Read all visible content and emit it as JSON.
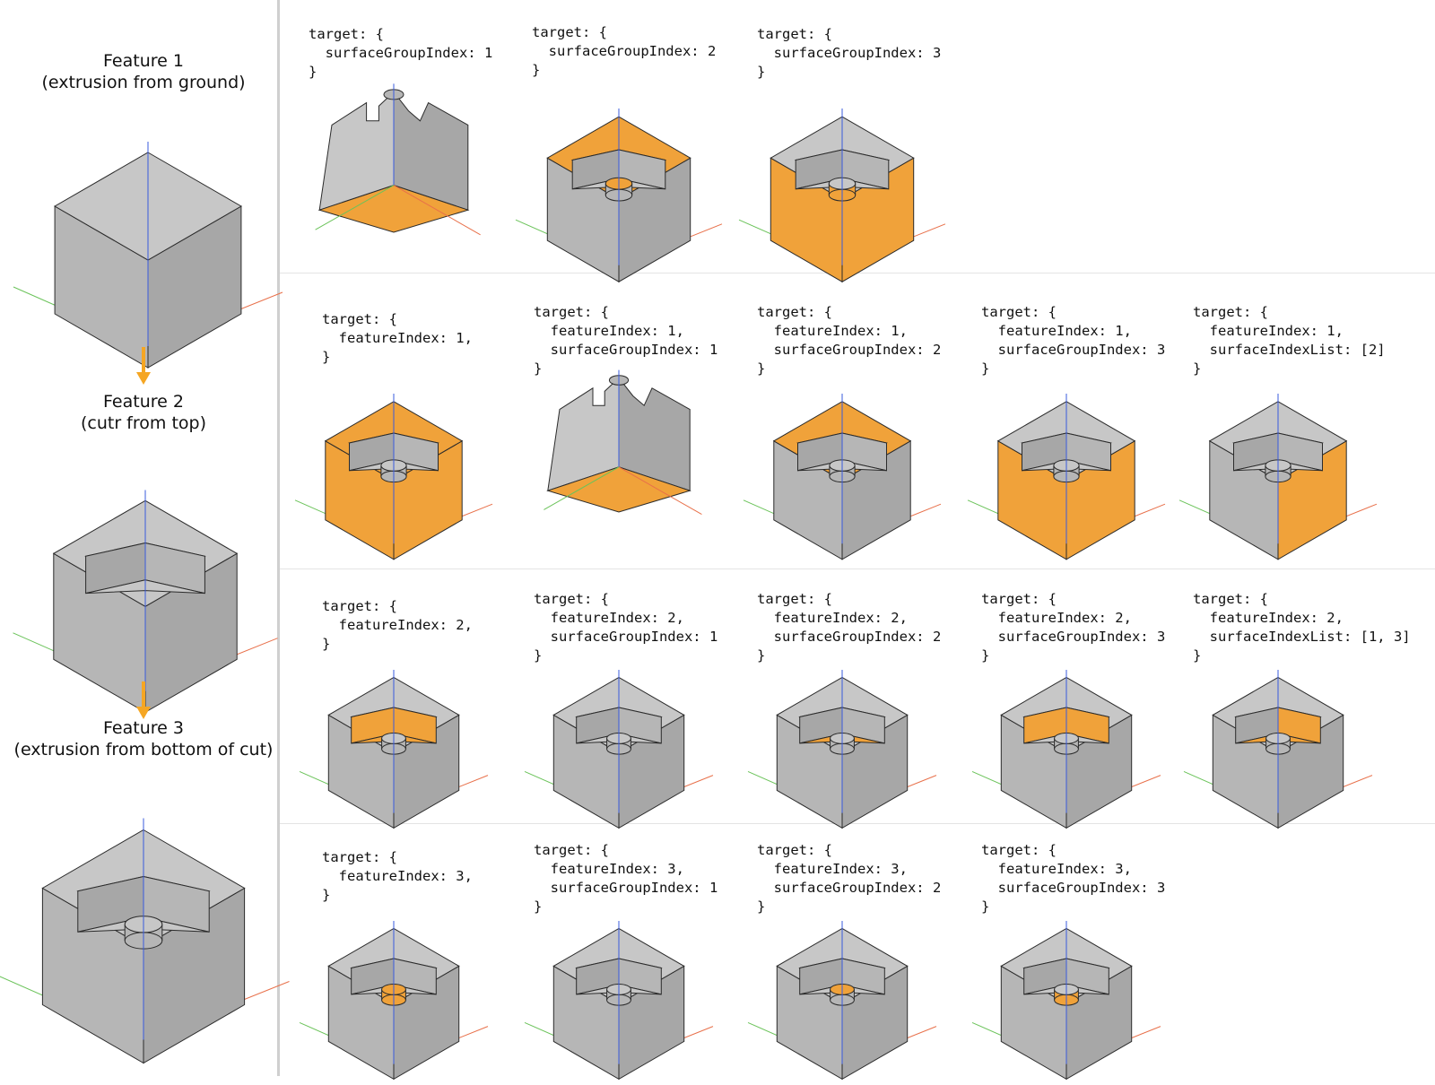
{
  "colors": {
    "highlight": "#f0a23a",
    "face_top": "#c7c7c7",
    "face_left": "#b6b6b6",
    "face_right": "#a7a7a7",
    "inner": "#bdbdbd",
    "edge": "#2b2b2b",
    "axis_z": "#3a5bdc",
    "axis_x": "#e8704a",
    "axis_y": "#6bc35a",
    "arrow": "#f5a623"
  },
  "features": [
    {
      "title": "Feature 1",
      "subtitle": "(extrusion from ground)",
      "shape": "block"
    },
    {
      "title": "Feature 2",
      "subtitle": "(cutr from top)",
      "shape": "cut"
    },
    {
      "title": "Feature 3",
      "subtitle": "(extrusion from bottom of cut)",
      "shape": "boss"
    }
  ],
  "arrow_icon": "arrow-down-icon",
  "rows": [
    [
      {
        "code": [
          "target: {",
          "  surfaceGroupIndex: 1",
          "}"
        ],
        "shape": "boss",
        "view": "below",
        "hl": [
          "bottom"
        ]
      },
      {
        "code": [
          "target: {",
          "  surfaceGroupIndex: 2",
          "}"
        ],
        "shape": "boss",
        "view": "iso",
        "hl": [
          "top",
          "boss_top"
        ]
      },
      {
        "code": [
          "target: {",
          "  surfaceGroupIndex: 3",
          "}"
        ],
        "shape": "boss",
        "view": "iso",
        "hl": [
          "left",
          "right",
          "boss_side"
        ]
      }
    ],
    [
      {
        "code": [
          "target: {",
          "  featureIndex: 1,",
          "}"
        ],
        "shape": "boss",
        "view": "iso",
        "hl": [
          "top",
          "left",
          "right"
        ]
      },
      {
        "code": [
          "target: {",
          "  featureIndex: 1,",
          "  surfaceGroupIndex: 1",
          "}"
        ],
        "shape": "boss",
        "view": "below",
        "hl": [
          "bottom"
        ]
      },
      {
        "code": [
          "target: {",
          "  featureIndex: 1,",
          "  surfaceGroupIndex: 2",
          "}"
        ],
        "shape": "boss",
        "view": "iso",
        "hl": [
          "top"
        ]
      },
      {
        "code": [
          "target: {",
          "  featureIndex: 1,",
          "  surfaceGroupIndex: 3",
          "}"
        ],
        "shape": "boss",
        "view": "iso",
        "hl": [
          "left",
          "right"
        ]
      },
      {
        "code": [
          "target: {",
          "  featureIndex: 1,",
          "  surfaceIndexList: [2]",
          "}"
        ],
        "shape": "boss",
        "view": "iso",
        "hl": [
          "right"
        ]
      }
    ],
    [
      {
        "code": [
          "target: {",
          "  featureIndex: 2,",
          "}"
        ],
        "shape": "boss",
        "view": "iso",
        "hl": [
          "pocket_floor",
          "pocket_wall_l",
          "pocket_wall_r"
        ]
      },
      {
        "code": [
          "target: {",
          "  featureIndex: 2,",
          "  surfaceGroupIndex: 1",
          "}"
        ],
        "shape": "boss",
        "view": "iso",
        "hl": []
      },
      {
        "code": [
          "target: {",
          "  featureIndex: 2,",
          "  surfaceGroupIndex: 2",
          "}"
        ],
        "shape": "boss",
        "view": "iso",
        "hl": [
          "pocket_floor"
        ]
      },
      {
        "code": [
          "target: {",
          "  featureIndex: 2,",
          "  surfaceGroupIndex: 3",
          "}"
        ],
        "shape": "boss",
        "view": "iso",
        "hl": [
          "pocket_wall_l",
          "pocket_wall_r"
        ]
      },
      {
        "code": [
          "target: {",
          "  featureIndex: 2,",
          "  surfaceIndexList: [1, 3]",
          "}"
        ],
        "shape": "boss",
        "view": "iso",
        "hl": [
          "pocket_floor",
          "pocket_wall_r"
        ]
      }
    ],
    [
      {
        "code": [
          "target: {",
          "  featureIndex: 3,",
          "}"
        ],
        "shape": "boss",
        "view": "iso",
        "hl": [
          "boss_top",
          "boss_side"
        ]
      },
      {
        "code": [
          "target: {",
          "  featureIndex: 3,",
          "  surfaceGroupIndex: 1",
          "}"
        ],
        "shape": "boss",
        "view": "iso",
        "hl": []
      },
      {
        "code": [
          "target: {",
          "  featureIndex: 3,",
          "  surfaceGroupIndex: 2",
          "}"
        ],
        "shape": "boss",
        "view": "iso",
        "hl": [
          "boss_top"
        ]
      },
      {
        "code": [
          "target: {",
          "  featureIndex: 3,",
          "  surfaceGroupIndex: 3",
          "}"
        ],
        "shape": "boss",
        "view": "iso",
        "hl": [
          "boss_side"
        ]
      }
    ]
  ]
}
